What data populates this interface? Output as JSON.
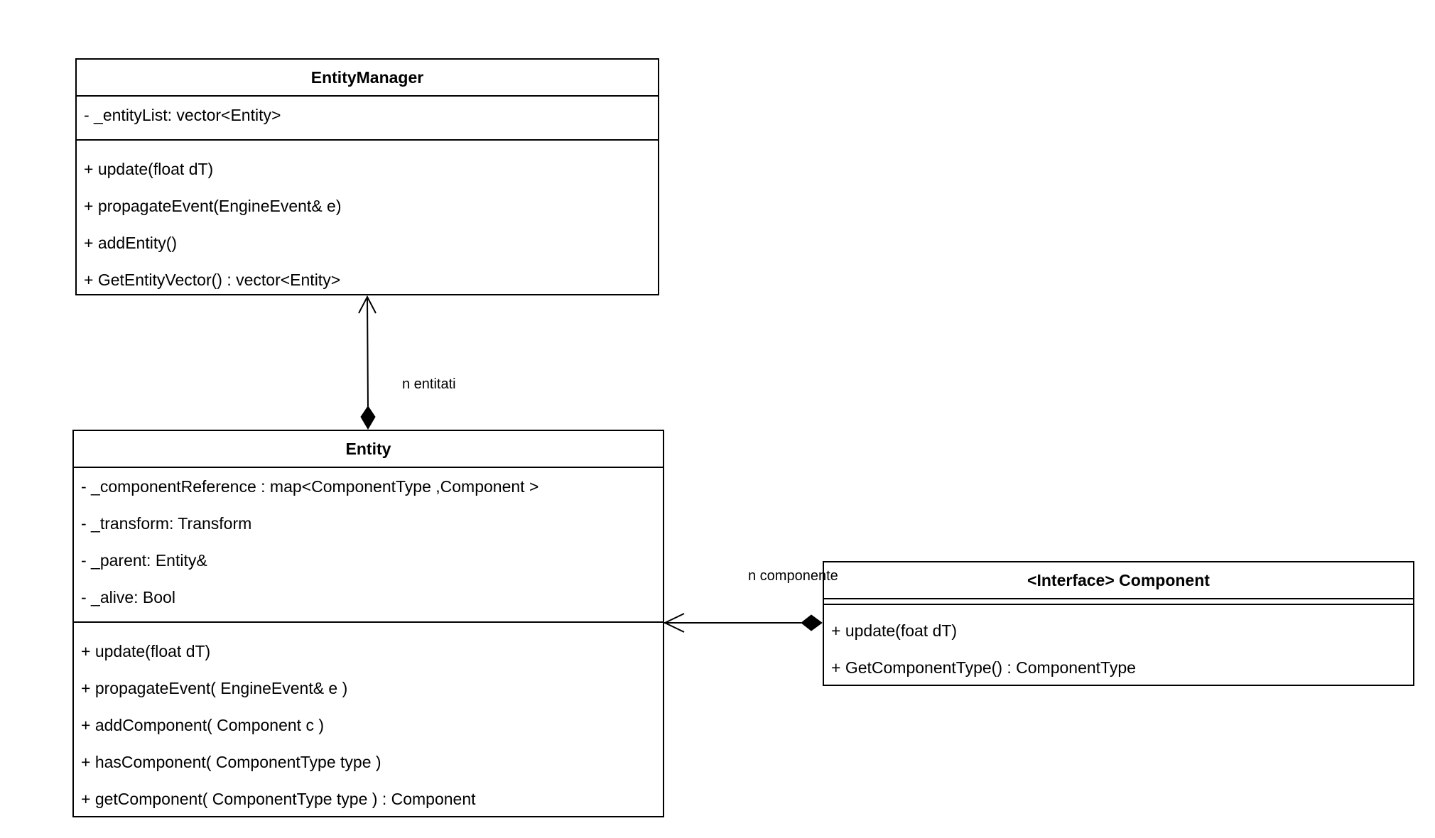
{
  "classes": {
    "entity_manager": {
      "name": "EntityManager",
      "attributes": [
        "- _entityList: vector<Entity>"
      ],
      "methods": [
        "+ update(float dT)",
        "+ propagateEvent(EngineEvent& e)",
        "+ addEntity()",
        "+ GetEntityVector() : vector<Entity>"
      ]
    },
    "entity": {
      "name": "Entity",
      "attributes": [
        "- _componentReference : map<ComponentType ,Component >",
        "- _transform: Transform",
        "- _parent: Entity&",
        "- _alive: Bool"
      ],
      "methods": [
        "+ update(float dT)",
        "+ propagateEvent( EngineEvent& e )",
        "+ addComponent( Component c )",
        "+ hasComponent( ComponentType type )",
        "+ getComponent( ComponentType type ) : Component"
      ]
    },
    "component": {
      "name": "<Interface> Component",
      "attributes": [],
      "methods": [
        "+ update(foat dT)",
        "+ GetComponentType() : ComponentType"
      ]
    }
  },
  "associations": {
    "manager_entity": {
      "label": "n entitati",
      "type": "composition",
      "stroke": "#000000"
    },
    "entity_component": {
      "label": "n componente",
      "type": "composition",
      "stroke": "#000000"
    }
  }
}
